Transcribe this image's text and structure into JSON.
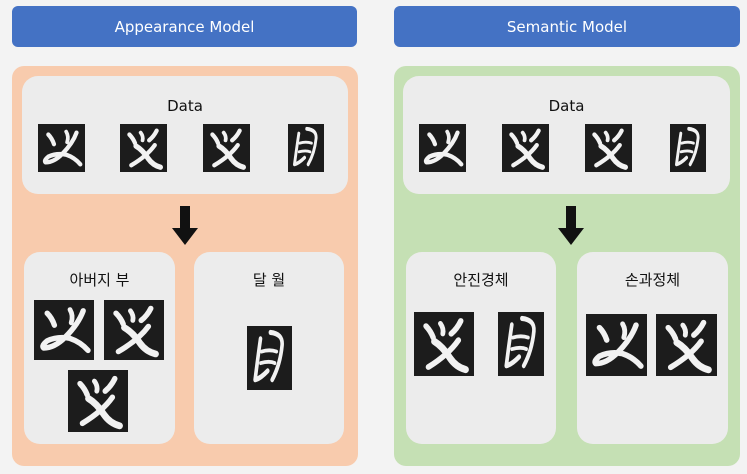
{
  "colors": {
    "header_bg": "#4472c4",
    "appearance_panel": "#f8cbad",
    "semantic_panel": "#c5e0b4",
    "box_bg": "#ececec",
    "arrow": "#111111"
  },
  "appearance": {
    "header": "Appearance Model",
    "data_title": "Data",
    "group1_title": "아버지 부",
    "group2_title": "달 월"
  },
  "semantic": {
    "header": "Semantic Model",
    "data_title": "Data",
    "group1_title": "안진경체",
    "group2_title": "손과정체"
  },
  "glyph_types": {
    "bu_cursive": "calligraphy-bu-cursive-image",
    "bu_regular": "calligraphy-bu-regular-image",
    "wol": "calligraphy-wol-image"
  },
  "arrow_icon": "down-arrow-icon"
}
